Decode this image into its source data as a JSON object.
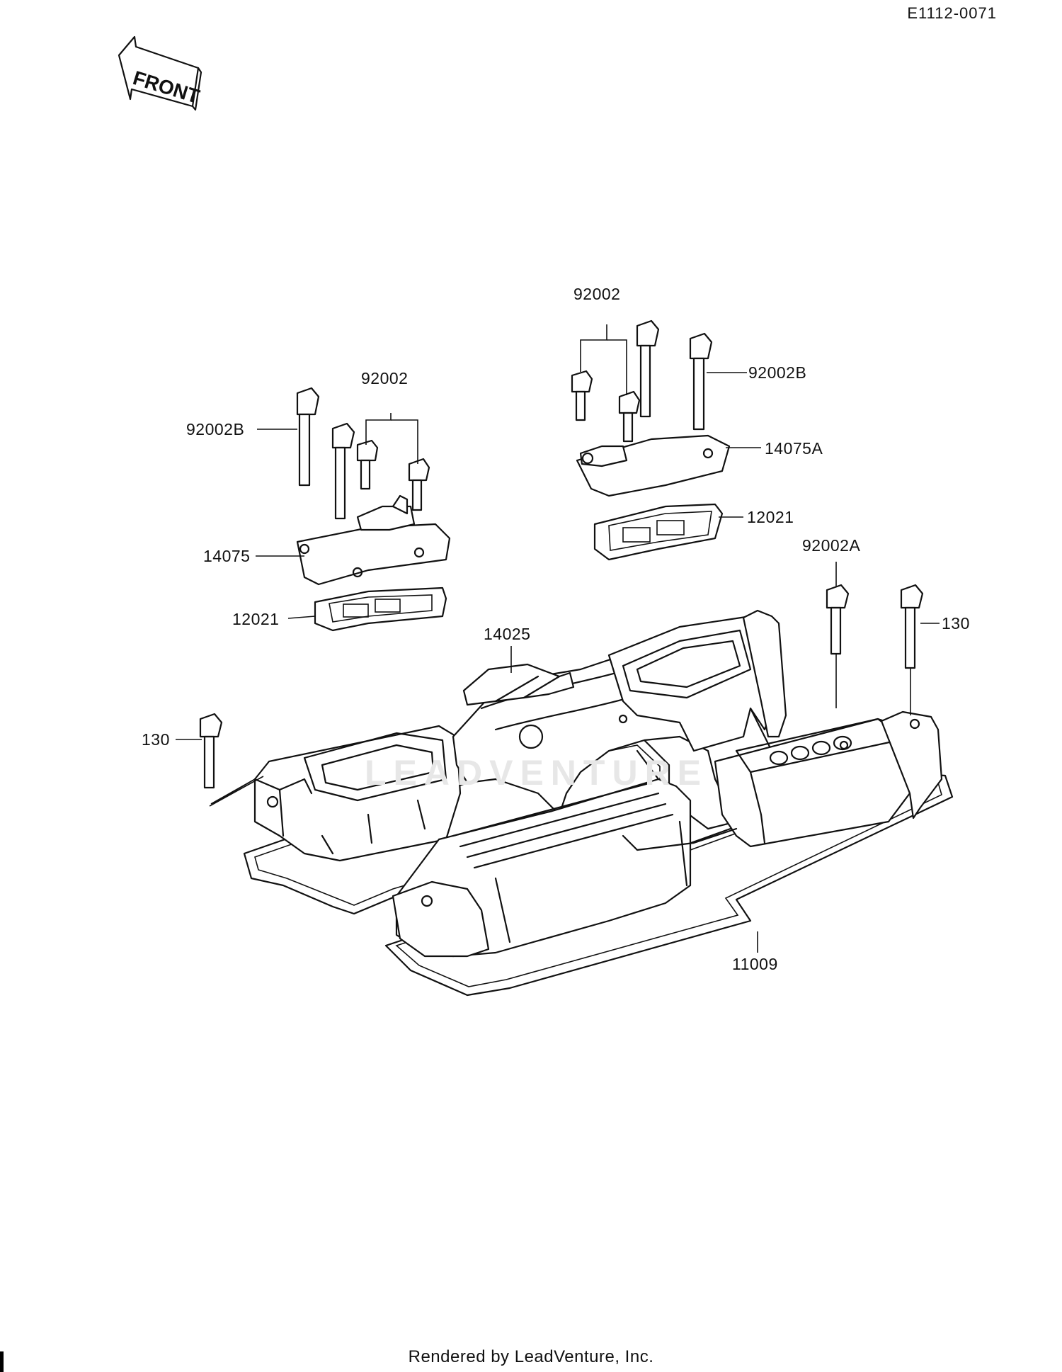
{
  "diagram_code": "E1112-0071",
  "front_label": "FRONT",
  "watermark": "LEADVENTURE",
  "footer": "Rendered by LeadVenture, Inc.",
  "callouts": {
    "left_bolt_group": "92002",
    "left_long_bolt": "92002B",
    "left_cap": "14075",
    "left_gasket": "12021",
    "breather": "14025",
    "left_cover_bolt": "130",
    "right_bolt_group": "92002",
    "right_long_bolt": "92002B",
    "right_cap": "14075A",
    "right_gasket": "12021",
    "right_cover_bolt_a": "92002A",
    "right_cover_bolt": "130",
    "head_gasket": "11009"
  }
}
